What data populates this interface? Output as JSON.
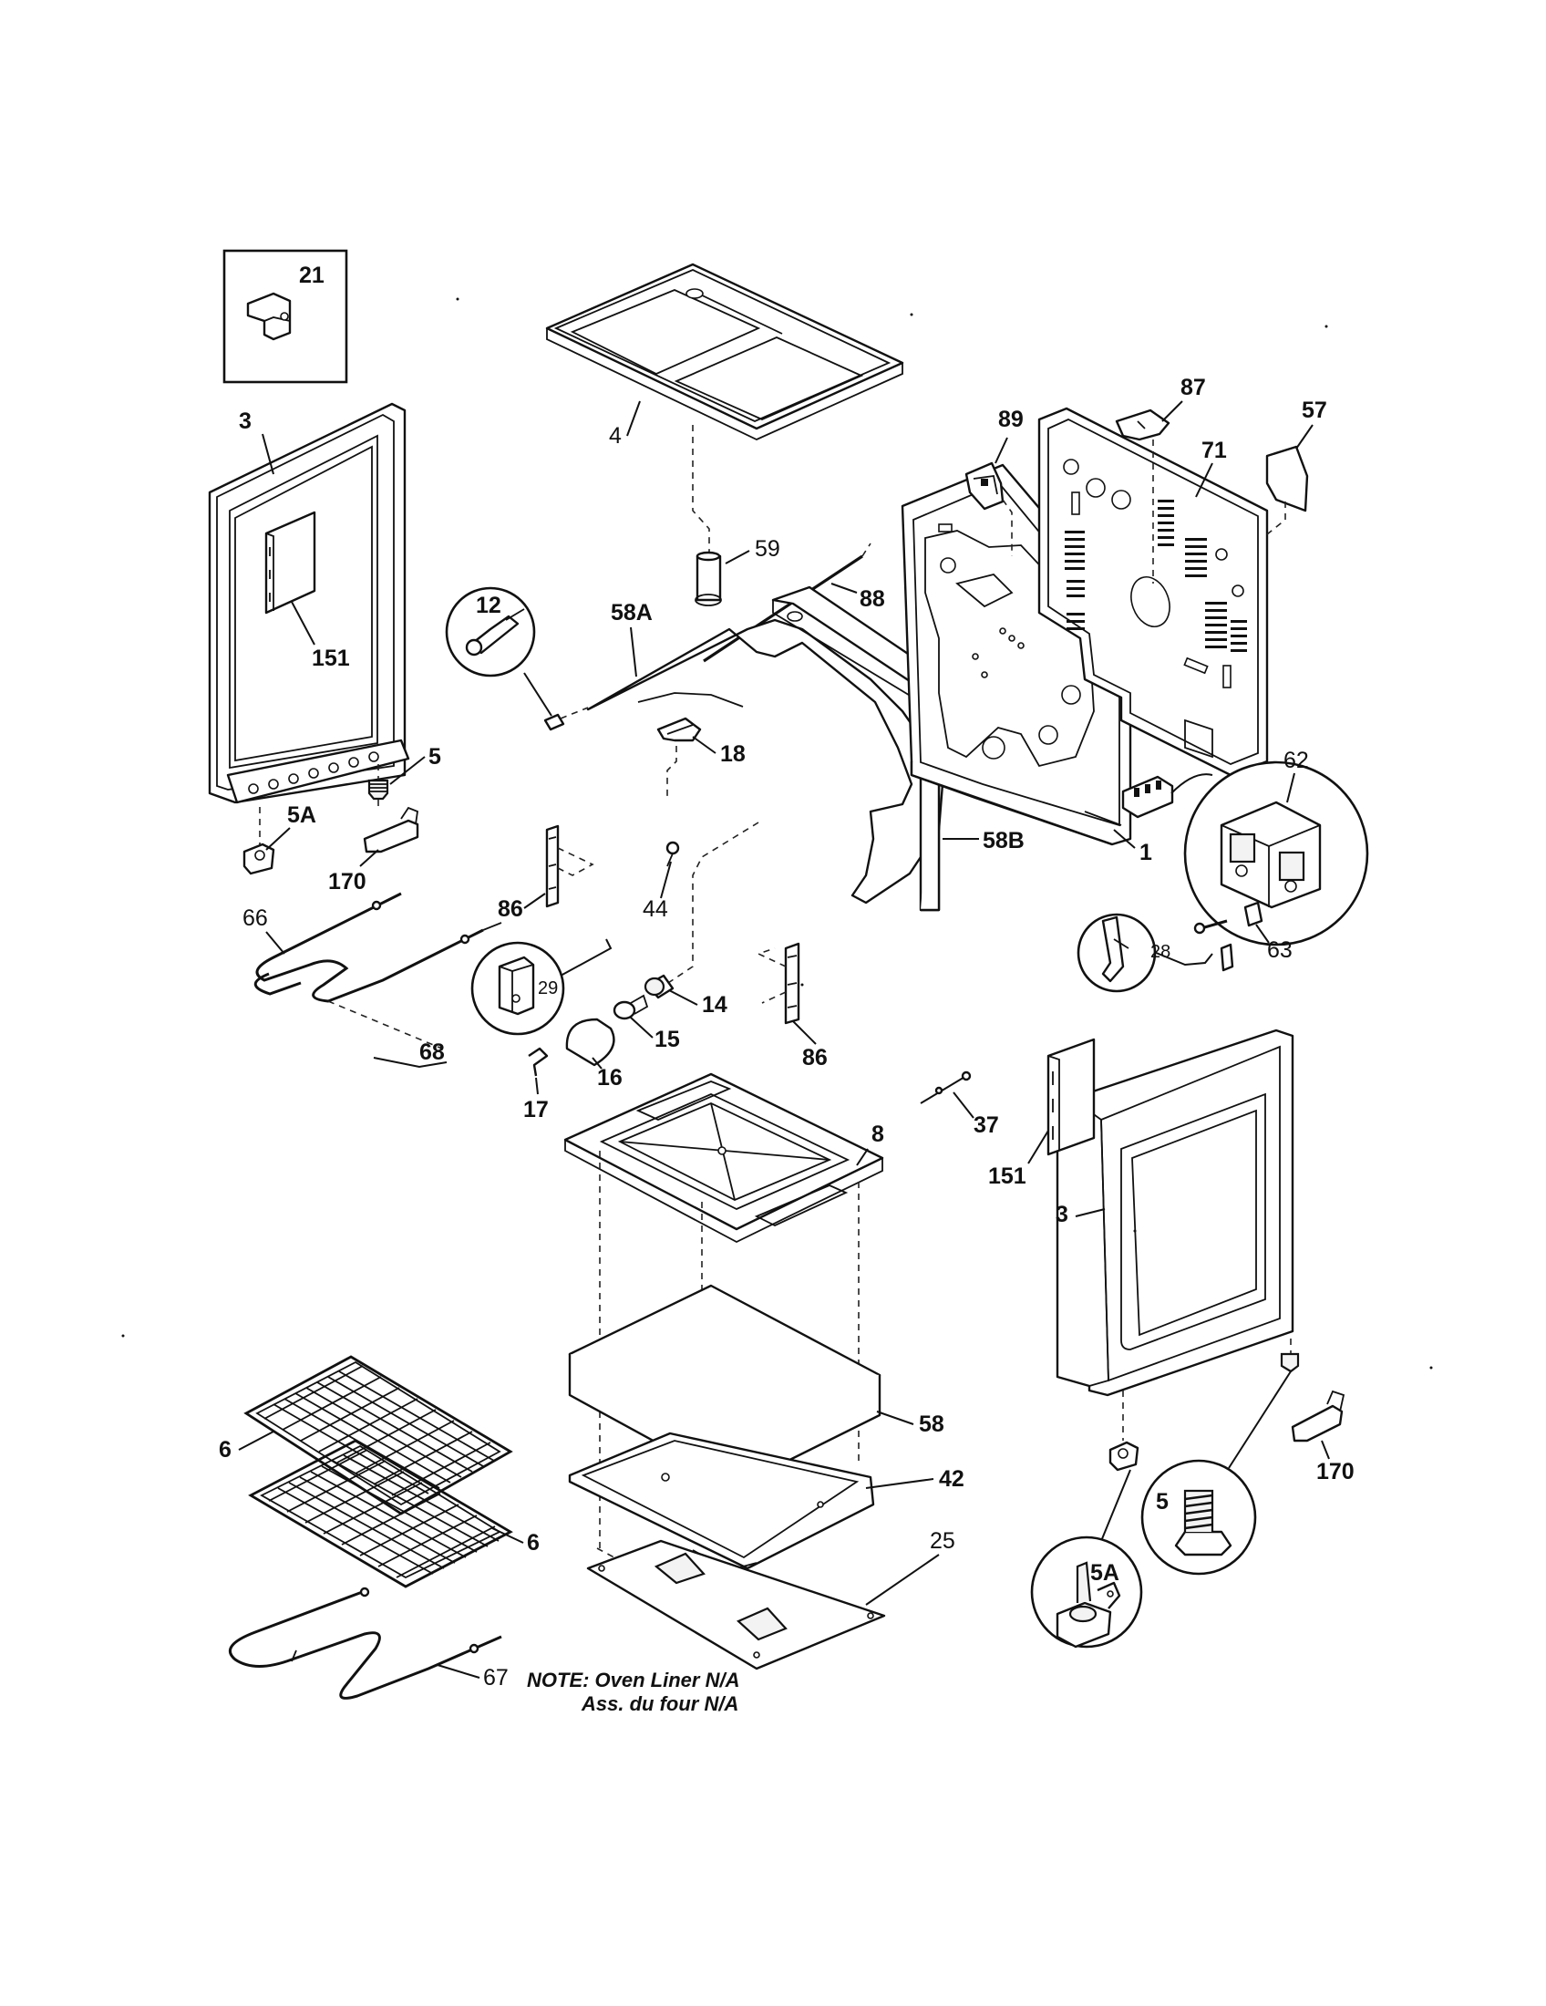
{
  "labels": {
    "l21": "21",
    "l3_left": "3",
    "l4": "4",
    "l151_left": "151",
    "l5_left": "5",
    "l5A_left": "5A",
    "l170_left": "170",
    "l12": "12",
    "l58A": "58A",
    "l59": "59",
    "l88": "88",
    "l18": "18",
    "l86_left": "86",
    "l44": "44",
    "l58B": "58B",
    "l89": "89",
    "l87": "87",
    "l71": "71",
    "l57": "57",
    "l62": "62",
    "l63": "63",
    "l1": "1",
    "l66": "66",
    "l68": "68",
    "l29": "29",
    "l14": "14",
    "l15": "15",
    "l16": "16",
    "l17": "17",
    "l86_right": "86",
    "l28": "28",
    "l37": "37",
    "l151_right": "151",
    "l8": "8",
    "l3_right": "3",
    "l6_top": "6",
    "l6_bottom": "6",
    "l58": "58",
    "l42": "42",
    "l25": "25",
    "l67": "67",
    "l5_right": "5",
    "l5A_right": "5A",
    "l170_right": "170"
  },
  "note": {
    "line1": "NOTE: Oven Liner N/A",
    "line2": "Ass. du four N/A"
  }
}
